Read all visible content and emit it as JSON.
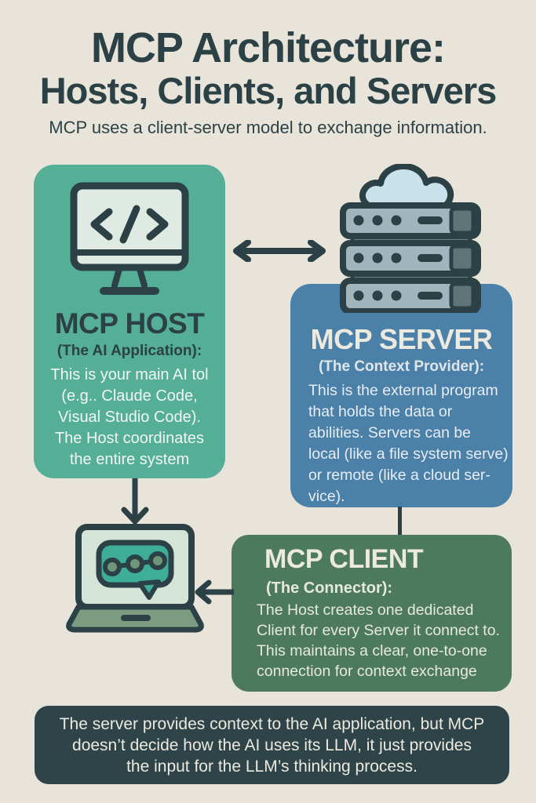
{
  "colors": {
    "background": "#e8e4da",
    "ink": "#2b4145",
    "host_teal": "#55ae96",
    "server_blue": "#4b80a8",
    "client_green": "#4d7a5d",
    "footer_slate": "#2e4449",
    "cream": "#ece9df",
    "cloud_blue": "#c8e1ea",
    "server_gray": "#a0b5bc",
    "server_cap": "#5d7478",
    "server_strip": "#6d8784",
    "mint_screen": "#dfeae2",
    "laptop_screen": "#d4e4d6",
    "bubble_teal": "#3fae99",
    "laptop_base": "#7c9c81",
    "dot_green": "#6f9678"
  },
  "header": {
    "title_line1": "MCP Architecture:",
    "title_line2": "Hosts, Clients, and Servers",
    "subtitle": "MCP uses a client-server model to exchange information."
  },
  "host_box": {
    "title": "MCP HOST",
    "subtitle": "(The AI Application):",
    "body_lines": [
      "This is your main AI tol",
      "(e.g.. Claude Code,",
      "Visual Studio Code).",
      "The Host coordinates",
      "the entire system"
    ]
  },
  "server_box": {
    "title": "MCP SERVER",
    "subtitle": "(The Context Provider):",
    "body_lines": [
      "This is the external program",
      "that holds the data or",
      "abilities. Servers can be",
      "local (like a file system serve)",
      "or remote (like a cloud ser-",
      "vice)."
    ]
  },
  "client_box": {
    "title": "MCP CLIENT",
    "subtitle": "(The Connector):",
    "body_lines": [
      "The Host creates one dedicated",
      "Client for every Server it connect to.",
      "This maintains a clear, one-to-one",
      "connection for context exchange"
    ]
  },
  "footer_note": {
    "lines": [
      "The server provides context to the AI application, but MCP",
      "doesn’t decide how the AI uses its LLM, it just provides",
      "the input for the LLM’s thinking process."
    ]
  }
}
